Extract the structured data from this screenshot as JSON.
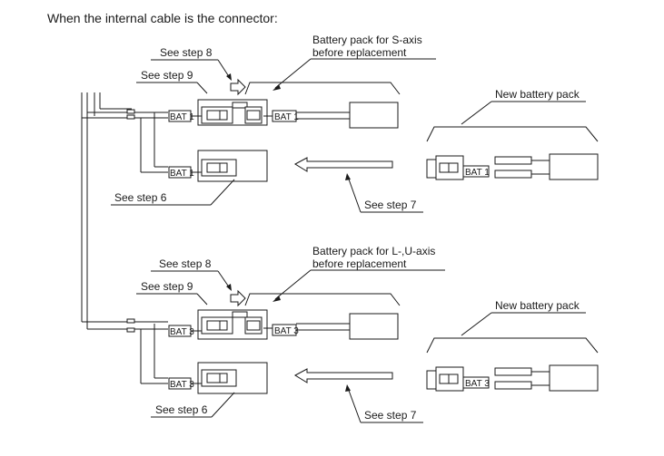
{
  "heading": "When the internal cable is the connector:",
  "sections": [
    {
      "battery_label_line1": "Battery pack for S-axis",
      "battery_label_line2": "before replacement",
      "new_pack_label": "New battery pack",
      "step8": "See step 8",
      "step9": "See step 9",
      "step6": "See step 6",
      "step7": "See step 7",
      "connector_tag": "BAT 1"
    },
    {
      "battery_label_line1": "Battery pack for L-,U-axis",
      "battery_label_line2": "before replacement",
      "new_pack_label": "New battery pack",
      "step8": "See step 8",
      "step9": "See step 9",
      "step6": "See step 6",
      "step7": "See step 7",
      "connector_tag": "BAT 3"
    }
  ]
}
